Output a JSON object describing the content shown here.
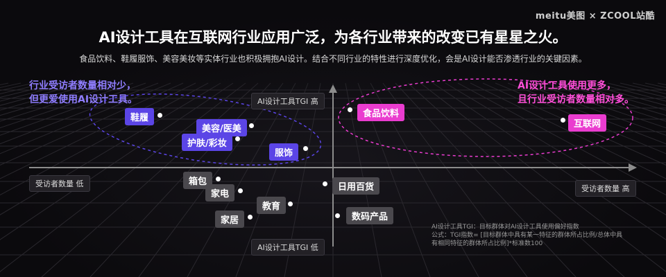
{
  "brand": "meitu美图 × ZCOOL站酷",
  "title": "AI设计工具在互联网行业应用广泛，为各行业带来的改变已有星星之火。",
  "subtitle": "食品饮料、鞋履服饰、美容美妆等实体行业也积极拥抱AI设计。结合不同行业的特性进行深度优化，会是AI设计能否渗透行业的关键因素。",
  "note_left": [
    "行业受访者数量相对少，",
    "但更爱使用AI设计工具。"
  ],
  "note_right": [
    "AI设计工具使用更多，",
    "且行业受访者数量相对多。"
  ],
  "axis": {
    "y_top": "AI设计工具TGI 高",
    "y_bottom": "AI设计工具TGI 低",
    "x_left": "受访者数量 低",
    "x_right": "受访者数量 高"
  },
  "formula": [
    "AI设计工具TGI：目标群体对AI设计工具使用偏好指数",
    "公式：TGI指数= [目标群体中具有某一特征的群体所占比例/总体中具",
    "有相同特征的群体所占比例]*标准数100"
  ],
  "colors": {
    "purple": "#5b45e6",
    "pink": "#ea3ccf",
    "grey": "#4a484d",
    "axis": "#8c8c8c"
  },
  "chart_data": {
    "type": "scatter",
    "xlabel": "受访者数量",
    "ylabel": "AI设计工具TGI",
    "points": [
      {
        "label": "鞋履",
        "group": "purple"
      },
      {
        "label": "美容/医美",
        "group": "purple"
      },
      {
        "label": "护肤/彩妆",
        "group": "purple"
      },
      {
        "label": "服饰",
        "group": "purple"
      },
      {
        "label": "食品饮料",
        "group": "pink"
      },
      {
        "label": "互联网",
        "group": "pink"
      },
      {
        "label": "箱包",
        "group": "grey"
      },
      {
        "label": "家电",
        "group": "grey"
      },
      {
        "label": "教育",
        "group": "grey"
      },
      {
        "label": "家居",
        "group": "grey"
      },
      {
        "label": "日用百货",
        "group": "grey"
      },
      {
        "label": "数码产品",
        "group": "grey"
      }
    ]
  }
}
